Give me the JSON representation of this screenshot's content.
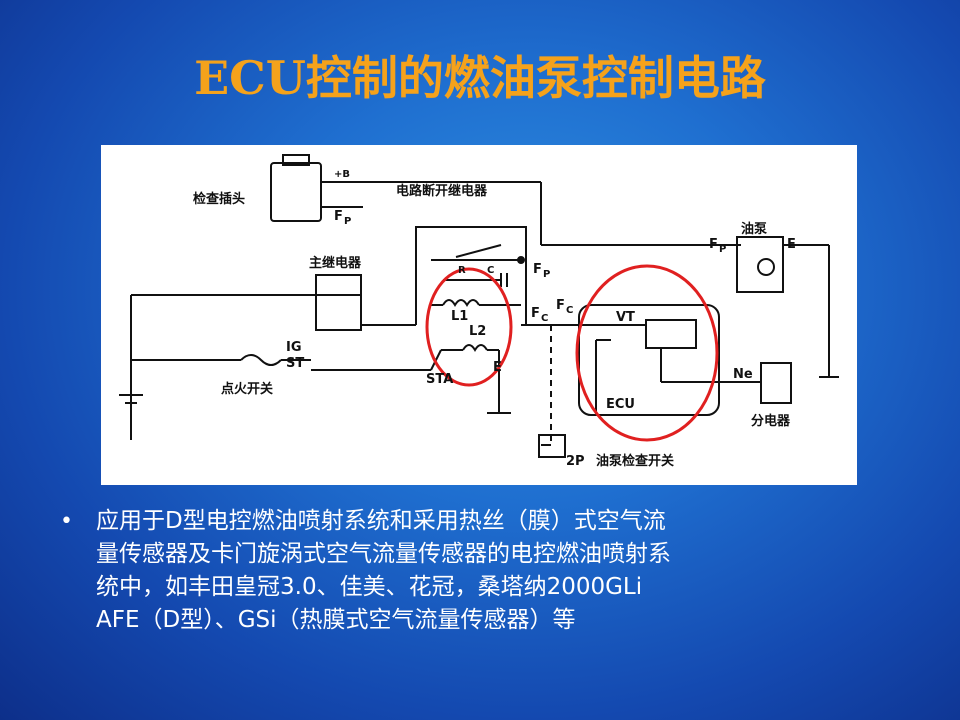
{
  "slide": {
    "title": "ECU控制的燃油泵控制电路",
    "title_color": "#f5a21b"
  },
  "diagram": {
    "labels": {
      "check_connector": "检查插头",
      "plus_b": "+B",
      "fp_top": "F",
      "fp_top_sub": "P",
      "circuit_relay": "电路断开继电器",
      "main_relay": "主继电器",
      "r_label": "R",
      "c_label": "C",
      "fp_mid": "F",
      "fp_mid_sub": "P",
      "l1": "L1",
      "l2": "L2",
      "fc_left": "F",
      "fc_left_sub": "C",
      "fc_right": "F",
      "fc_right_sub": "C",
      "ig": "IG",
      "st": "ST",
      "ignition_switch": "点火开关",
      "sta": "STA",
      "e_left": "E",
      "vt": "VT",
      "ecu": "ECU",
      "fuel_pump": "油泵",
      "fp_pump": "F",
      "fp_pump_sub": "P",
      "e_pump": "E",
      "ne": "Ne",
      "distributor": "分电器",
      "two_p": "2P",
      "pump_check_switch": "油泵检查开关"
    },
    "highlight_color": "#e02020"
  },
  "bullet": {
    "symbol": "•",
    "lines": [
      "应用于D型电控燃油喷射系统和采用热丝（膜）式空气流",
      "量传感器及卡门旋涡式空气流量传感器的电控燃油喷射系",
      "统中，如丰田皇冠3.0、佳美、花冠，桑塔纳2000GLi",
      "AFE（D型）、GSi（热膜式空气流量传感器）等"
    ]
  }
}
